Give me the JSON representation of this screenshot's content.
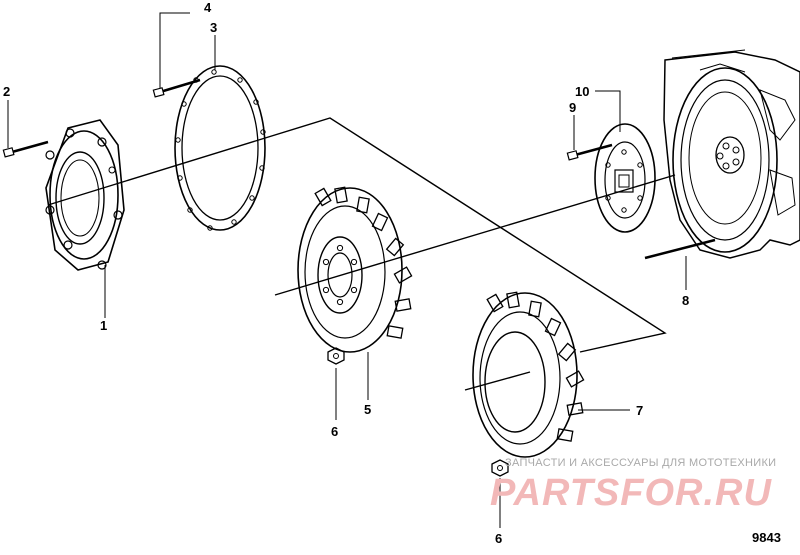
{
  "callouts": [
    {
      "id": "c1",
      "label": "1"
    },
    {
      "id": "c2",
      "label": "2"
    },
    {
      "id": "c3",
      "label": "3"
    },
    {
      "id": "c4",
      "label": "4"
    },
    {
      "id": "c5",
      "label": "5"
    },
    {
      "id": "c6a",
      "label": "6"
    },
    {
      "id": "c6b",
      "label": "6"
    },
    {
      "id": "c7",
      "label": "7"
    },
    {
      "id": "c8",
      "label": "8"
    },
    {
      "id": "c9",
      "label": "9"
    },
    {
      "id": "c10",
      "label": "10"
    }
  ],
  "watermark": {
    "tagline": "ЗАПЧАСТИ И АКСЕССУАРЫ ДЛЯ МОТОТЕХНИКИ",
    "logo": "PARTSFOR.RU"
  },
  "figure_number": "9843"
}
